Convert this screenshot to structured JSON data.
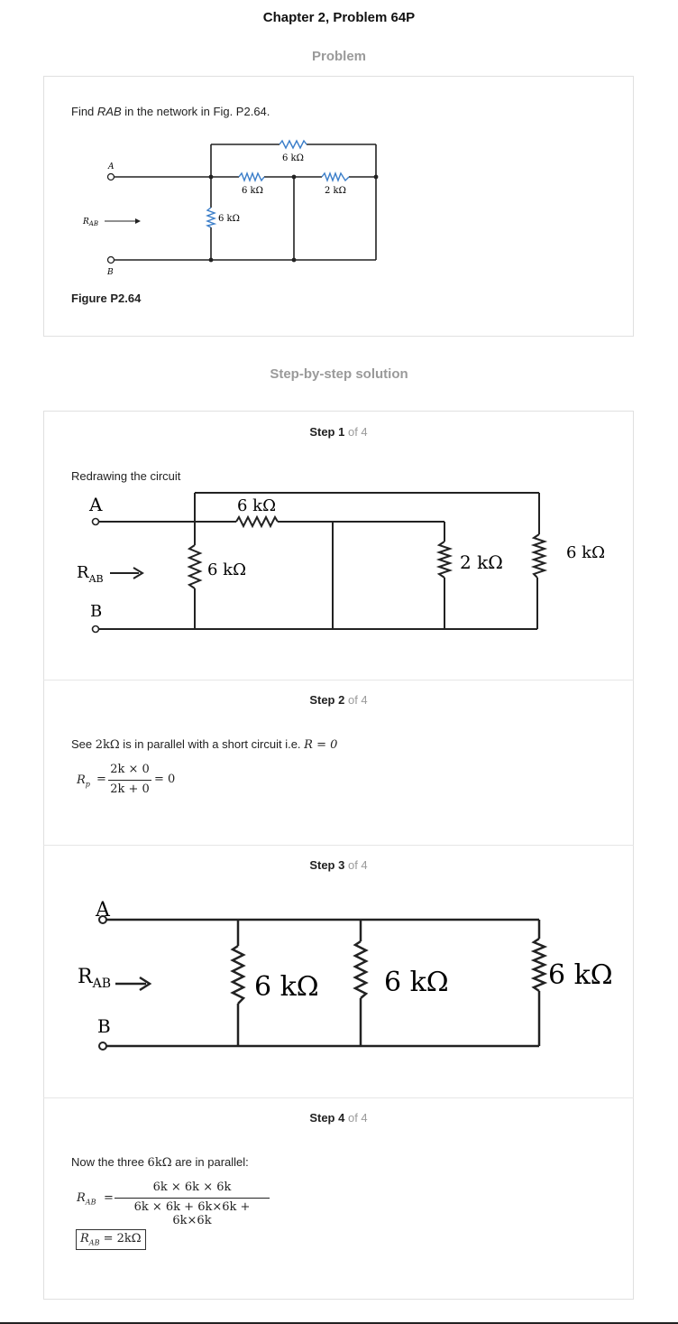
{
  "header": {
    "title": "Chapter 2, Problem 64P",
    "problem_label": "Problem",
    "solution_label": "Step-by-step solution"
  },
  "problem": {
    "statement_prefix": "Find ",
    "statement_var": "RAB",
    "statement_suffix": " in the network in Fig. P2.64.",
    "figure_caption": "Figure P2.64",
    "figure": {
      "node_a": "A",
      "node_b": "B",
      "rab": "R",
      "rab_sub": "AB",
      "r_top": "6 kΩ",
      "r_mid_left": "6 kΩ",
      "r_mid_right": "2 kΩ",
      "r_vertical": "6 kΩ"
    }
  },
  "steps": [
    {
      "num": "Step 1",
      "of": "of 4",
      "text": "Redrawing the circuit",
      "figure": {
        "node_a": "A",
        "node_b": "B",
        "rab": "R",
        "rab_sub": "AB",
        "r_top": "6 kΩ",
        "r_left": "6 kΩ",
        "r_mid": "2 kΩ",
        "r_right": "6 kΩ"
      }
    },
    {
      "num": "Step 2",
      "of": "of 4",
      "text_prefix": "See ",
      "text_math1": "2kΩ",
      "text_mid": " is in parallel with a short circuit i.e. ",
      "text_math2": "R = 0",
      "eq_lhs": "R",
      "eq_lhs_sub": "p",
      "eq_numer": "2k × 0",
      "eq_denom": "2k + 0",
      "eq_rhs": "= 0"
    },
    {
      "num": "Step 3",
      "of": "of 4",
      "figure": {
        "node_a": "A",
        "node_b": "B",
        "rab": "R",
        "rab_sub": "AB",
        "r1": "6 kΩ",
        "r2": "6 kΩ",
        "r3": "6 kΩ"
      }
    },
    {
      "num": "Step 4",
      "of": "of 4",
      "text_prefix": "Now the three ",
      "text_math": "6kΩ",
      "text_suffix": " are in parallel:",
      "eq_lhs": "R",
      "eq_lhs_sub": "AB",
      "eq_numer": "6k × 6k × 6k",
      "eq_denom": "6k × 6k + 6k×6k + 6k×6k",
      "result_lhs": "R",
      "result_lhs_sub": "AB",
      "result_rhs": "= 2kΩ"
    }
  ],
  "colors": {
    "resistor_blue": "#3b7ec9",
    "wire": "#222222",
    "muted": "#9a9a9a"
  }
}
